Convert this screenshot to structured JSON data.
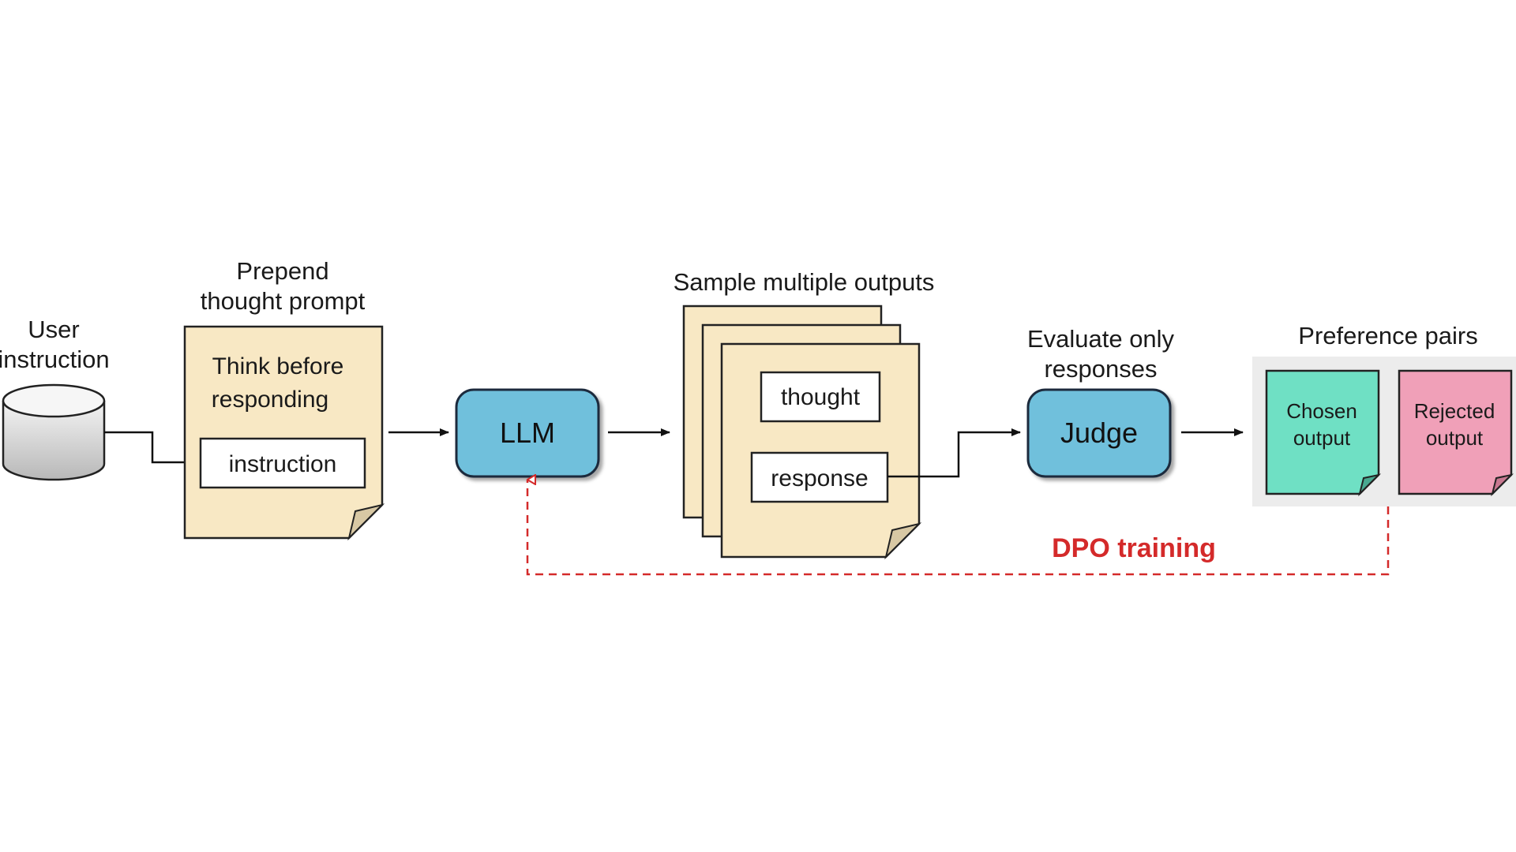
{
  "labels": {
    "user_instruction_line1": "User",
    "user_instruction_line2": "instruction",
    "prepend_line1": "Prepend",
    "prepend_line2": "thought prompt",
    "think_line1": "Think before",
    "think_line2": "responding",
    "instruction_box": "instruction",
    "llm": "LLM",
    "sample_outputs": "Sample multiple outputs",
    "thought_box": "thought",
    "response_box": "response",
    "evaluate_line1": "Evaluate only",
    "evaluate_line2": "responses",
    "judge": "Judge",
    "preference_pairs": "Preference pairs",
    "chosen_line1": "Chosen",
    "chosen_line2": "output",
    "rejected_line1": "Rejected",
    "rejected_line2": "output",
    "dpo_training": "DPO training"
  },
  "colors": {
    "document_fill": "#f8e8c4",
    "process_fill": "#6fc0dc",
    "chosen_fill": "#6fe0c4",
    "rejected_fill": "#f0a0b8",
    "pair_panel": "#ececec",
    "dpo_red": "#d42a2a"
  }
}
